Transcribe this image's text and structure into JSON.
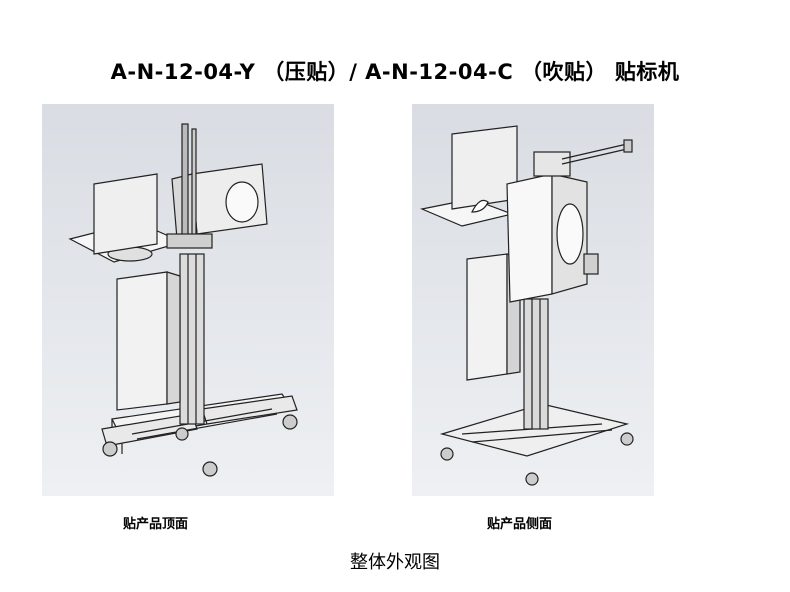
{
  "title": "A-N-12-04-Y （压贴）/ A-N-12-04-C （吹贴） 贴标机",
  "figures": [
    {
      "caption": "贴产品顶面"
    },
    {
      "caption": "贴产品侧面"
    }
  ],
  "footer": "整体外观图"
}
